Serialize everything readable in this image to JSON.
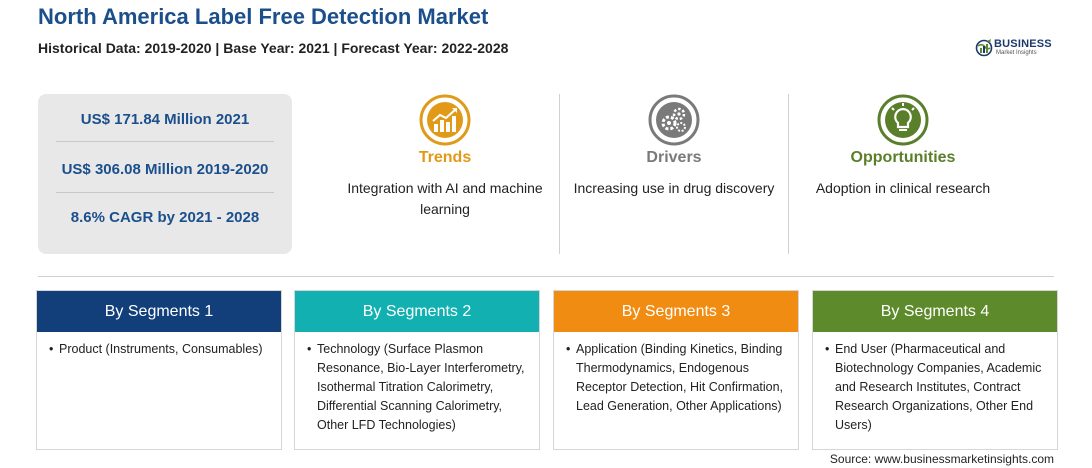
{
  "header": {
    "title": "North America Label Free Detection Market",
    "subtitle": "Historical Data: 2019-2020 | Base Year: 2021 | Forecast Year: 2022-2028"
  },
  "logo": {
    "name": "BUSINESS",
    "tagline": "Market Insights"
  },
  "stats": [
    "US$ 171.84 Million 2021",
    "US$ 306.08 Million 2019-2020",
    "8.6% CAGR by 2021 - 2028"
  ],
  "factors": [
    {
      "title": "Trends",
      "lines": [
        "Integration with AI and machine",
        "learning"
      ],
      "color": "#e09a18",
      "icon": "trend-chart-icon"
    },
    {
      "title": "Drivers",
      "lines": [
        "Increasing use in drug discovery"
      ],
      "color": "#7a7a7a",
      "icon": "gears-icon"
    },
    {
      "title": "Opportunities",
      "lines": [
        "Adoption in clinical research"
      ],
      "color": "#5a7f2a",
      "icon": "lightbulb-icon"
    }
  ],
  "segments": [
    {
      "title": "By Segments 1",
      "color": "#123f7a",
      "lines": [
        "Product (Instruments, Consumables)"
      ]
    },
    {
      "title": "By Segments 2",
      "color": "#12b0b0",
      "lines": [
        "Technology (Surface Plasmon",
        "Resonance, Bio-Layer Interferometry,",
        "Isothermal Titration Calorimetry,",
        "Differential Scanning Calorimetry,",
        "Other LFD Technologies)"
      ]
    },
    {
      "title": "By Segments 3",
      "color": "#f08c12",
      "lines": [
        "Application (Binding Kinetics, Binding",
        "Thermodynamics, Endogenous",
        "Receptor Detection, Hit Confirmation,",
        "Lead Generation, Other Applications)"
      ]
    },
    {
      "title": "By Segments 4",
      "color": "#5d8a2a",
      "lines": [
        "End User (Pharmaceutical and",
        "Biotechnology Companies, Academic",
        "and Research Institutes, Contract",
        "Research Organizations, Other End",
        "Users)"
      ]
    }
  ],
  "footer": {
    "source": "Source: www.businessmarketinsights.com"
  }
}
